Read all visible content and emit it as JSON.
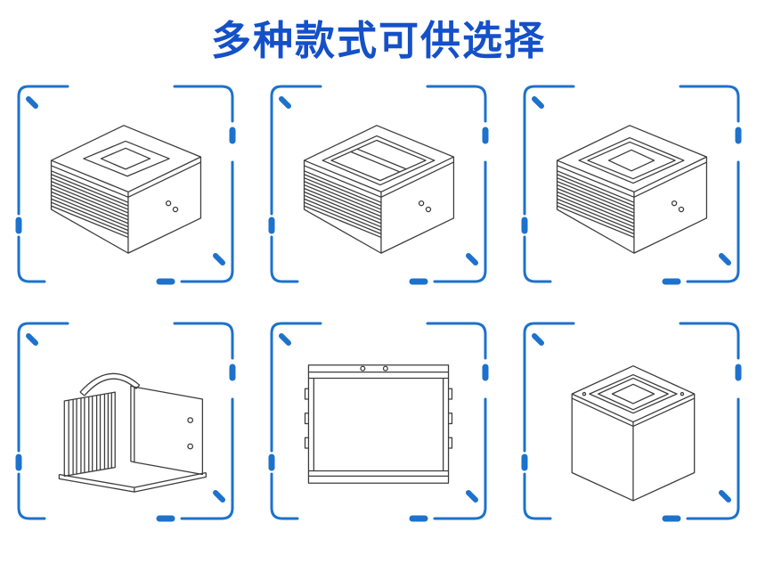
{
  "title": {
    "text": "多种款式可供选择"
  },
  "colors": {
    "title": "#1450c8",
    "frame": "#1c72cc",
    "line": "#3c3c3c",
    "background": "#ffffff"
  },
  "grid": {
    "cells": [
      {
        "icon": "isometric-chassis-recessed-top-drawing"
      },
      {
        "icon": "isometric-chassis-two-window-top-drawing"
      },
      {
        "icon": "isometric-chassis-single-window-top-drawing"
      },
      {
        "icon": "isometric-finned-module-side-plate-drawing"
      },
      {
        "icon": "front-elevation-chassis-drawing"
      },
      {
        "icon": "isometric-enclosed-cube-drawing"
      }
    ]
  }
}
